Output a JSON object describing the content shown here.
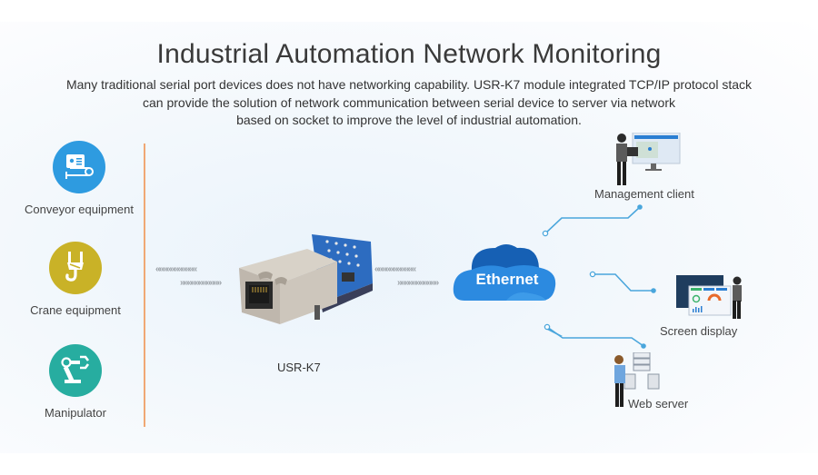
{
  "header": {
    "title": "Industrial Automation Network Monitoring",
    "description_lines": [
      "Many traditional serial port devices does not have networking capability. USR-K7 module integrated TCP/IP protocol stack",
      "can provide the solution of network communication between serial device to server via network",
      "based on socket to improve the level of industrial automation."
    ]
  },
  "devices": [
    {
      "label": "Conveyor equipment",
      "icon": "conveyor-icon",
      "color": "#2e9be0"
    },
    {
      "label": "Crane equipment",
      "icon": "crane-hook-icon",
      "color": "#c9b227"
    },
    {
      "label": "Manipulator",
      "icon": "robot-arm-icon",
      "color": "#27ada0"
    }
  ],
  "module": {
    "label": "USR-K7"
  },
  "arrows": {
    "left": "«««««««««««",
    "right": "»»»»»»»»»»»"
  },
  "network": {
    "label": "Ethernet",
    "color": "#1b74c7"
  },
  "endpoints": [
    {
      "label": "Management client",
      "icon": "management-client-icon"
    },
    {
      "label": "Screen display",
      "icon": "screen-display-icon"
    },
    {
      "label": "Web server",
      "icon": "web-server-icon"
    }
  ],
  "colors": {
    "divider": "#f0a874",
    "connector": "#4aa6dc"
  }
}
